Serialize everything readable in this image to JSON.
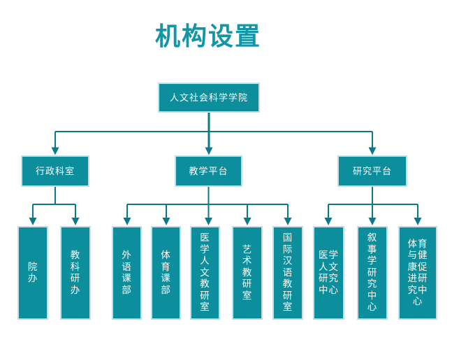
{
  "title": "机构设置",
  "colors": {
    "node_fill": "#0D8E9C",
    "node_border": "#C9DCE1",
    "connector": "#0B7989",
    "title_text": "#1295A6",
    "node_text": "#FFFFFF"
  },
  "root": {
    "label": "人文社会科学学院"
  },
  "branches": [
    {
      "label": "行政科室",
      "children": [
        {
          "label": "院办",
          "display": "院\n办"
        },
        {
          "label": "教科研办",
          "display": "教\n科\n研\n办"
        }
      ]
    },
    {
      "label": "教学平台",
      "children": [
        {
          "label": "外语课部",
          "display": "外\n语\n课\n部"
        },
        {
          "label": "体育课部",
          "display": "体\n育\n课\n部"
        },
        {
          "label": "医学人文教研室",
          "display": "医\n学\n人\n文\n教\n研\n室"
        },
        {
          "label": "艺术教研室",
          "display": "艺\n术\n教\n研\n室"
        },
        {
          "label": "国际汉语教研室",
          "display": "国\n际\n汉\n语\n教\n研\n室"
        }
      ]
    },
    {
      "label": "研究平台",
      "children": [
        {
          "label": "医学人文研究中心",
          "display": "医学\n人文\n研究\n中心"
        },
        {
          "label": "叙事学研究中心",
          "display": "叙\n事\n学\n研\n究\n中\n心"
        },
        {
          "label": "体育与健康促进研究中心",
          "display": "体育\n与健\n康促\n进研\n究中\n心"
        }
      ]
    }
  ]
}
